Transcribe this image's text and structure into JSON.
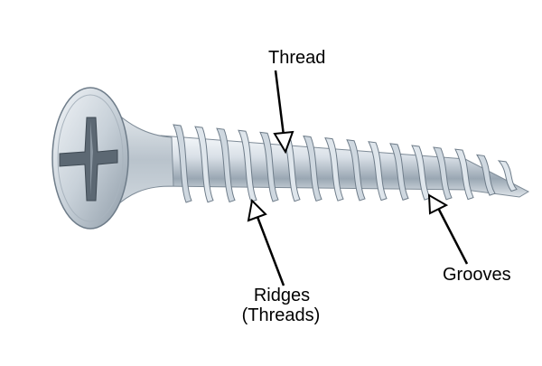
{
  "labels": {
    "thread": "Thread",
    "ridges": "Ridges",
    "ridges_sub": "(Threads)",
    "grooves": "Grooves"
  },
  "colors": {
    "background": "#ffffff",
    "metal_light": "#e8edf2",
    "metal_mid": "#b7c2cc",
    "metal_dark": "#6f7d8a",
    "arrow": "#000000"
  },
  "icons": {
    "screw": "countersunk-phillips-screw",
    "head_recess": "phillips-cross-recess"
  }
}
